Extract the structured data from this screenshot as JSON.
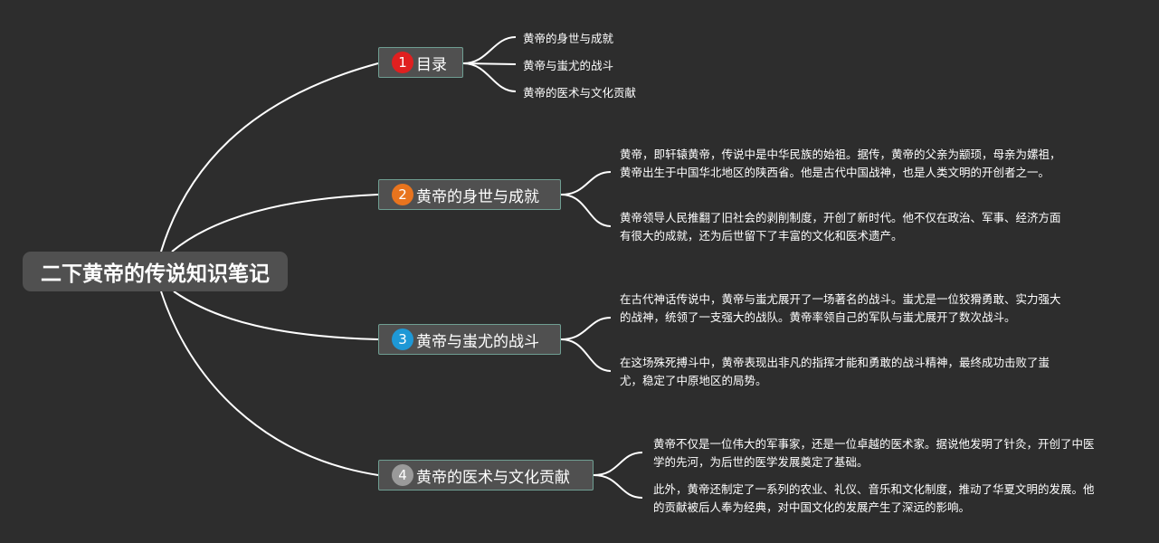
{
  "root": {
    "title": "二下黄帝的传说知识笔记"
  },
  "branches": [
    {
      "number": "1",
      "badge_color": "#e02020",
      "label": "目录",
      "children": [
        "黄帝的身世与成就",
        "黄帝与蚩尤的战斗",
        "黄帝的医术与文化贡献"
      ]
    },
    {
      "number": "2",
      "badge_color": "#e8741e",
      "label": "黄帝的身世与成就",
      "children": [
        "黄帝，即轩辕黄帝，传说中是中华民族的始祖。据传，黄帝的父亲为颛顼，母亲为嫘祖，黄帝出生于中国华北地区的陕西省。他是古代中国战神，也是人类文明的开创者之一。",
        "黄帝领导人民推翻了旧社会的剥削制度，开创了新时代。他不仅在政治、军事、经济方面有很大的成就，还为后世留下了丰富的文化和医术遗产。"
      ]
    },
    {
      "number": "3",
      "badge_color": "#1e98d6",
      "label": "黄帝与蚩尤的战斗",
      "children": [
        "在古代神话传说中，黄帝与蚩尤展开了一场著名的战斗。蚩尤是一位狡猾勇敢、实力强大的战神，统领了一支强大的战队。黄帝率领自己的军队与蚩尤展开了数次战斗。",
        "在这场殊死搏斗中，黄帝表现出非凡的指挥才能和勇敢的战斗精神，最终成功击败了蚩尤，稳定了中原地区的局势。"
      ]
    },
    {
      "number": "4",
      "badge_color": "#9a9a9a",
      "label": "黄帝的医术与文化贡献",
      "children": [
        "黄帝不仅是一位伟大的军事家，还是一位卓越的医术家。据说他发明了针灸，开创了中医学的先河，为后世的医学发展奠定了基础。",
        "此外，黄帝还制定了一系列的农业、礼仪、音乐和文化制度，推动了华夏文明的发展。他的贡献被后人奉为经典，对中国文化的发展产生了深远的影响。"
      ]
    }
  ],
  "colors": {
    "background": "#2d2d2d",
    "node_fill": "#505050",
    "branch_border": "#6f9e92",
    "connector": "#ffffff",
    "text": "#ffffff"
  }
}
